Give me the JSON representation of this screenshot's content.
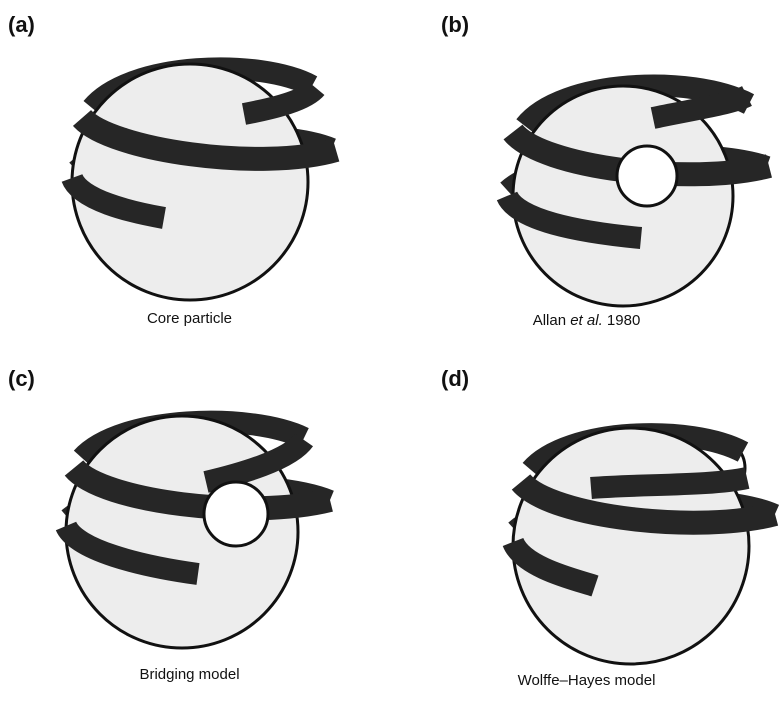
{
  "panels": [
    {
      "letter": "(a)",
      "caption": "Core particle",
      "caption_prefix": "",
      "caption_italic": "",
      "caption_suffix": ""
    },
    {
      "letter": "(b)",
      "caption": "",
      "caption_prefix": "Allan ",
      "caption_italic": "et al.",
      "caption_suffix": " 1980"
    },
    {
      "letter": "(c)",
      "caption": "Bridging model",
      "caption_prefix": "",
      "caption_italic": "",
      "caption_suffix": ""
    },
    {
      "letter": "(d)",
      "caption": "Wolffe–Hayes model",
      "caption_prefix": "",
      "caption_italic": "",
      "caption_suffix": ""
    }
  ],
  "colors": {
    "core": "#ededed",
    "dna": "#262626",
    "linker_histone": "#ffffff",
    "outline": "#111111"
  },
  "icons": {
    "core": "histone-core-sphere",
    "dna": "dna-superhelix-ribbon",
    "linker": "linker-histone-globule"
  }
}
